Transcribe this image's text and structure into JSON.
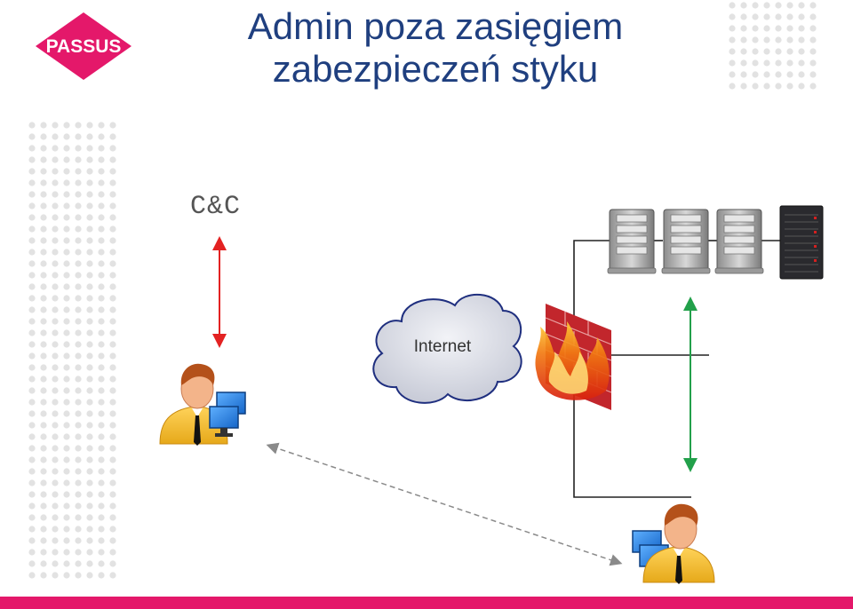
{
  "brand": {
    "logo_text": "PASSUS",
    "accent_color": "#e4186a",
    "title_color": "#1f3f7f"
  },
  "title": {
    "line1": "Admin poza zasięgiem",
    "line2": "zabezpieczeń styku"
  },
  "diagram": {
    "cc_label": "C&C",
    "internet_label": "Internet",
    "nodes": [
      {
        "id": "cc",
        "icon": "cc-label"
      },
      {
        "id": "internet",
        "icon": "cloud-icon"
      },
      {
        "id": "firewall",
        "icon": "firewall-icon"
      },
      {
        "id": "server-1",
        "icon": "server-icon"
      },
      {
        "id": "server-2",
        "icon": "server-icon"
      },
      {
        "id": "server-3",
        "icon": "server-icon"
      },
      {
        "id": "rack-server",
        "icon": "rack-server-icon"
      },
      {
        "id": "remote-admin",
        "icon": "admin-workstation-icon"
      },
      {
        "id": "internal-admin",
        "icon": "admin-workstation-icon"
      }
    ],
    "arrow_colors": {
      "cc_link": "#e32222",
      "internal_link": "#22a04a",
      "remote_link": "#8a8a8a"
    }
  }
}
